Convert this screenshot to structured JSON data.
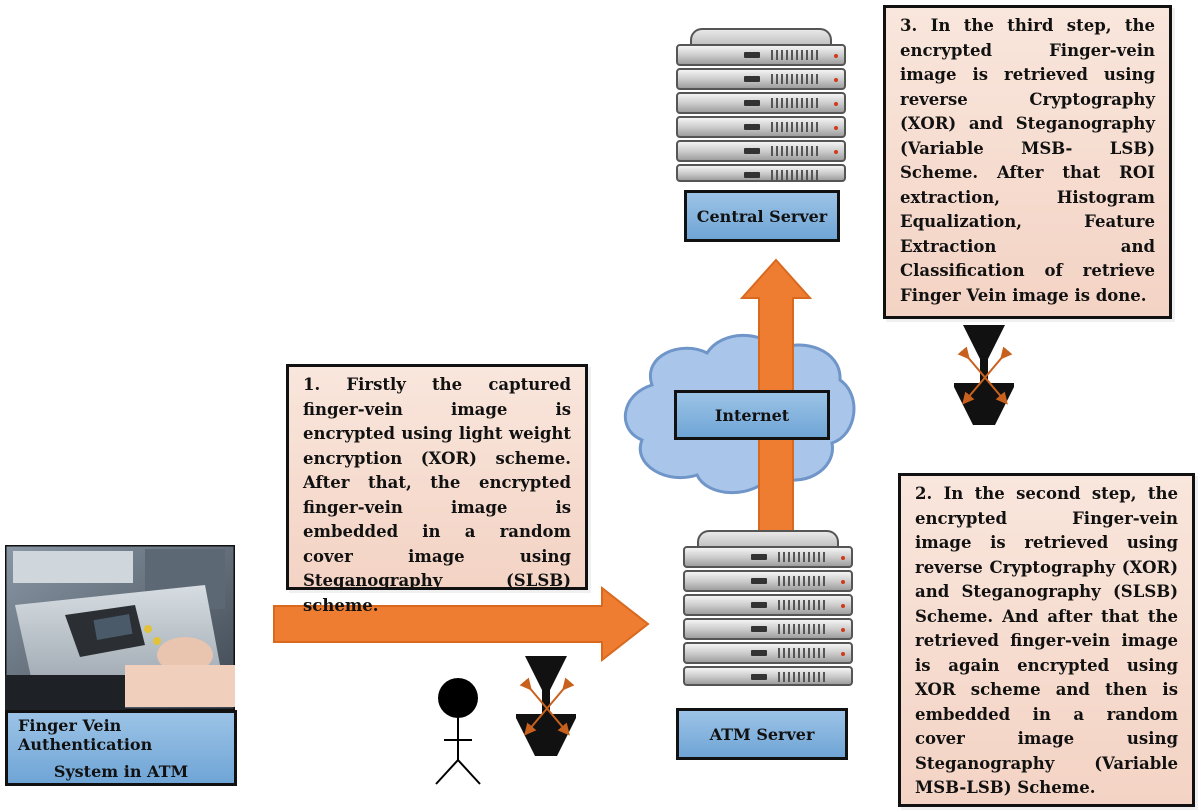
{
  "steps": {
    "step1": "1. Firstly the captured finger-vein image is encrypted using light weight encryption (XOR) scheme. After that, the encrypted finger-vein image is embedded in a random cover image using Steganography (SLSB) scheme.",
    "step2": "2. In the second step, the encrypted Finger-vein image is retrieved using reverse Cryptography (XOR) and Steganography (SLSB) Scheme. And after that the retrieved finger-vein image is again encrypted using XOR scheme and then is embedded in a random cover image using Steganography (Variable MSB-LSB) Scheme.",
    "step3": "3. In the third step, the encrypted Finger-vein image is retrieved using reverse Cryptography (XOR) and Steganography (Variable MSB- LSB) Scheme. After that ROI extraction, Histogram Equalization, Feature Extraction and Classification of retrieve Finger Vein image is done."
  },
  "labels": {
    "central_server": "Central Server",
    "internet": "Internet",
    "atm_server": "ATM Server",
    "atm_line1": "Finger Vein Authentication",
    "atm_line2": "System in ATM"
  },
  "icons": {
    "arrow": "orange-arrow-icon",
    "server": "server-rack-icon",
    "cloud": "cloud-icon",
    "person": "stick-figure-icon",
    "no_attack": "crossed-arrow-icon",
    "photo": "atm-finger-scanner-photo"
  },
  "colors": {
    "arrow": "#ee7d31",
    "step_box": "#f7dccf",
    "label_box": "#7fb0dd",
    "cloud": "#9fbfe8"
  }
}
